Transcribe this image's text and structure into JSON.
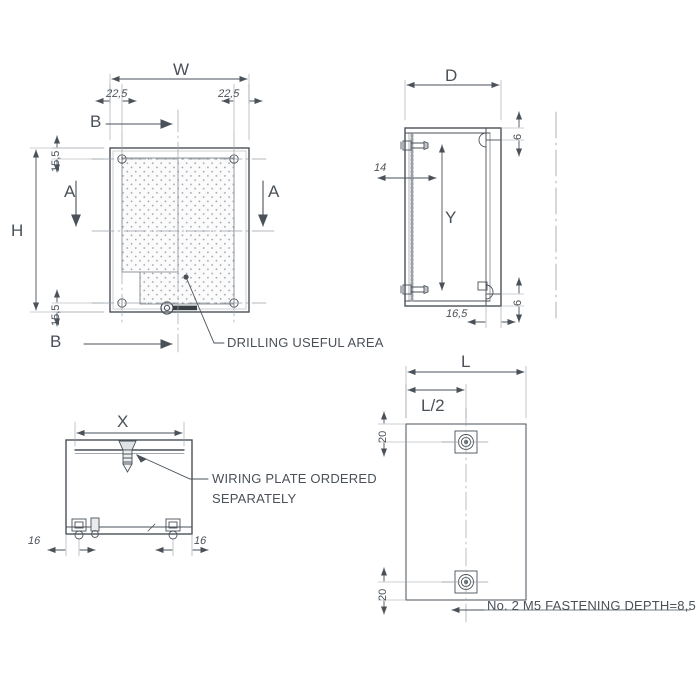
{
  "drawing": {
    "title": "Enclosure technical drawing",
    "line_color": "#4a5158",
    "hatch_color": "#8a9099",
    "text_color": "#4a5158"
  },
  "views": {
    "front": {
      "name": "front-view",
      "dimensions": {
        "width_label": "W",
        "height_label": "H",
        "inset_left": "22,5",
        "inset_right": "22,5",
        "inset_top": "15,5",
        "inset_bottom": "15,5"
      },
      "section_marks": {
        "a_left": "A",
        "a_right": "A",
        "b_top": "B",
        "b_bottom": "B"
      },
      "callout": "DRILLING USEFUL AREA"
    },
    "side": {
      "name": "side-view",
      "dimensions": {
        "depth_label": "D",
        "inner_height_label": "Y",
        "hinge_offset": "14",
        "edge_top": "6",
        "edge_bottom": "6",
        "base_offset": "16,5"
      }
    },
    "bottom": {
      "name": "bottom-view",
      "dimensions": {
        "plate_width_label": "X",
        "foot_left": "16",
        "foot_right": "16"
      },
      "callout_line1": "WIRING PLATE ORDERED",
      "callout_line2": "SEPARATELY"
    },
    "rear": {
      "name": "rear-view",
      "dimensions": {
        "length_label": "L",
        "half_length_label": "L/2",
        "top_offset": "20",
        "bottom_offset": "20"
      },
      "callout": "No. 2 M5 FASTENING DEPTH=8,5"
    }
  }
}
